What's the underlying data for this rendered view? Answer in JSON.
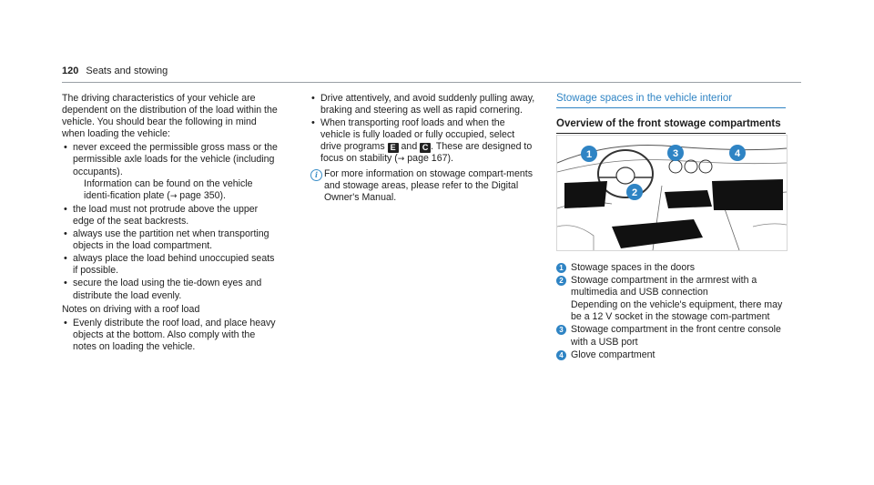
{
  "header": {
    "page_number": "120",
    "section": "Seats and stowing"
  },
  "col1": {
    "intro": "The driving characteristics of your vehicle are dependent on the distribution of the load within the vehicle. You should bear the following in mind when loading the vehicle:",
    "b1": "never exceed the permissible gross mass or the permissible axle loads for the vehicle (including occupants).",
    "b1_sub_pre": "Information can be found on the vehicle identi-fication plate (",
    "b1_sub_arrow": "→",
    "b1_sub_post": " page 350).",
    "b2": "the load must not protrude above the upper edge of the seat backrests.",
    "b3": "always use the partition net when transporting objects in the load compartment.",
    "b4": "always place the load behind unoccupied seats if possible.",
    "b5": "secure the load using the tie-down eyes and distribute the load evenly.",
    "roof_heading": "Notes on driving with a roof load",
    "b6": "Evenly distribute the roof load, and place heavy objects at the bottom. Also comply with the notes on loading the vehicle."
  },
  "col2": {
    "b1": "Drive attentively, and avoid suddenly pulling away, braking and steering as well as rapid cornering.",
    "b2_pre": "When transporting roof loads and when the vehicle is fully loaded or fully occupied, select drive programs ",
    "key_e": "E",
    "b2_mid": " and ",
    "key_c": "C",
    "b2_post1": ". These are designed to focus on stability (",
    "b2_arrow": "→",
    "b2_post2": " page 167).",
    "note": "For more information on stowage compart-ments and stowage areas, please refer to the Digital Owner's Manual."
  },
  "col3": {
    "section_title": "Stowage spaces in the vehicle interior",
    "subsection_title": "Overview of the front stowage compartments"
  },
  "figure": {
    "callouts": [
      "1",
      "2",
      "3",
      "4"
    ],
    "accent_color": "#2f84c4"
  },
  "legend": [
    {
      "num": "1",
      "text": "Stowage spaces in the doors",
      "detail": ""
    },
    {
      "num": "2",
      "text": "Stowage compartment in the armrest with a multimedia and USB connection",
      "detail": "Depending on the vehicle's equipment, there may be a 12 V socket in the stowage com-partment"
    },
    {
      "num": "3",
      "text": "Stowage compartment in the front centre console with a USB port",
      "detail": ""
    },
    {
      "num": "4",
      "text": "Glove compartment",
      "detail": ""
    }
  ]
}
